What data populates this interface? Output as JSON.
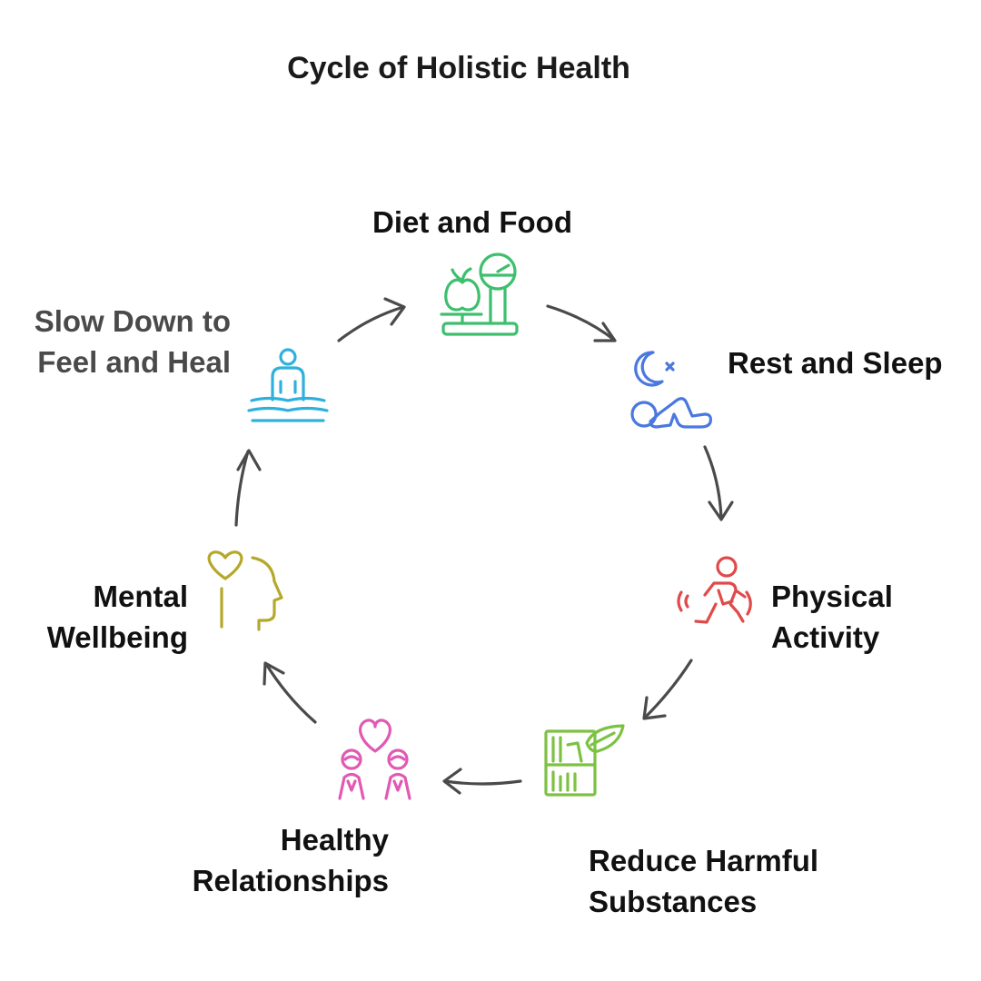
{
  "title": "Cycle of Holistic Health",
  "steps": [
    {
      "id": "diet",
      "lines": [
        "Diet and Food"
      ],
      "icon": "apple-scale-icon",
      "color": "#3dbf6e"
    },
    {
      "id": "rest",
      "lines": [
        "Rest and Sleep"
      ],
      "icon": "moon-sleeping-person-icon",
      "color": "#4a78e0"
    },
    {
      "id": "physical",
      "lines": [
        "Physical",
        "Activity"
      ],
      "icon": "running-person-icon",
      "color": "#e04a4a"
    },
    {
      "id": "reduce",
      "lines": [
        "Reduce Harmful",
        "Substances"
      ],
      "icon": "shelf-leaf-icon",
      "color": "#7cc242"
    },
    {
      "id": "relationships",
      "lines": [
        "Healthy",
        "Relationships"
      ],
      "icon": "two-people-heart-icon",
      "color": "#e05ab4"
    },
    {
      "id": "mental",
      "lines": [
        "Mental",
        "Wellbeing"
      ],
      "icon": "head-heart-icon",
      "color": "#b5a82c"
    },
    {
      "id": "slow",
      "lines": [
        "Slow Down to",
        "Feel and Heal"
      ],
      "icon": "meditating-person-icon",
      "color": "#2fb0dd"
    }
  ]
}
